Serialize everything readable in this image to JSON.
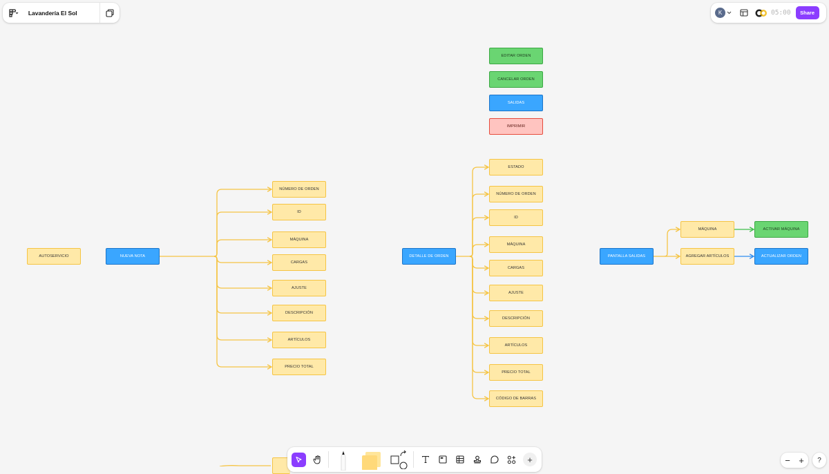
{
  "file": {
    "name": "Lavandería El Sol"
  },
  "topbar": {
    "avatar_letter": "K",
    "timer": "05:00",
    "share_label": "Share",
    "colors": {
      "share": "#8b3dff",
      "avatar": "#5a6b8c"
    }
  },
  "board": {
    "nodes": {
      "autoservicio": "AUTOSERVICIO",
      "nueva_nota": "NUEVA NOTA",
      "nn_numero_orden": "NÚMERO DE ORDEN",
      "nn_id": "ID",
      "nn_maquina": "MÁQUINA",
      "nn_cargas": "CARGAS",
      "nn_ajuste": "AJUSTE",
      "nn_descripcion": "DESCRIPCIÓN",
      "nn_articulos": "ARTÍCULOS",
      "nn_precio_total": "PRECIO TOTAL",
      "editar_orden": "EDITAR ORDEN",
      "cancelar_orden": "CANCELAR ORDEN",
      "salidas": "SALIDAS",
      "imprimir": "IMPRIMIR",
      "detalle_orden": "DETALLE DE ORDEN",
      "do_estado": "ESTADO",
      "do_numero_orden": "NÚMERO DE ORDEN",
      "do_id": "ID",
      "do_maquina": "MÁQUINA",
      "do_cargas": "CARGAS",
      "do_ajuste": "AJUSTE",
      "do_descripcion": "DESCRIPCIÓN",
      "do_articulos": "ARTÍCULOS",
      "do_precio_total": "PRECIO TOTAL",
      "do_codigo_barras": "CÓDIGO DE BARRAS",
      "pantalla_salidas": "PANTALLA SALIDAS",
      "ps_maquina": "MÁQUINA",
      "ps_agregar_articulos": "AGREGAR ARTÍCULOS",
      "activar_maquina": "ACTIVAR MÁQUINA",
      "actualizar_orden": "ACTUALIZAR ORDEN"
    },
    "colors": {
      "yellow_fill": "#ffe9a8",
      "yellow_stroke": "#f5c443",
      "blue_fill": "#3aa6ff",
      "green_fill": "#6ad572",
      "red_fill": "#ffc4c0",
      "connector_yellow": "#f5c443",
      "connector_green": "#3fbf4a",
      "connector_blue": "#2f8ef0"
    }
  },
  "toolbar": {
    "tools": [
      "move-tool",
      "hand-tool",
      "marker-tool",
      "sticky-note-tool",
      "shape-connector-tool",
      "text-tool",
      "section-tool",
      "table-tool",
      "stamp-tool",
      "comment-tool",
      "more-tools"
    ],
    "add_label": "+"
  },
  "zoom": {
    "minus": "−",
    "plus": "+",
    "help": "?"
  }
}
